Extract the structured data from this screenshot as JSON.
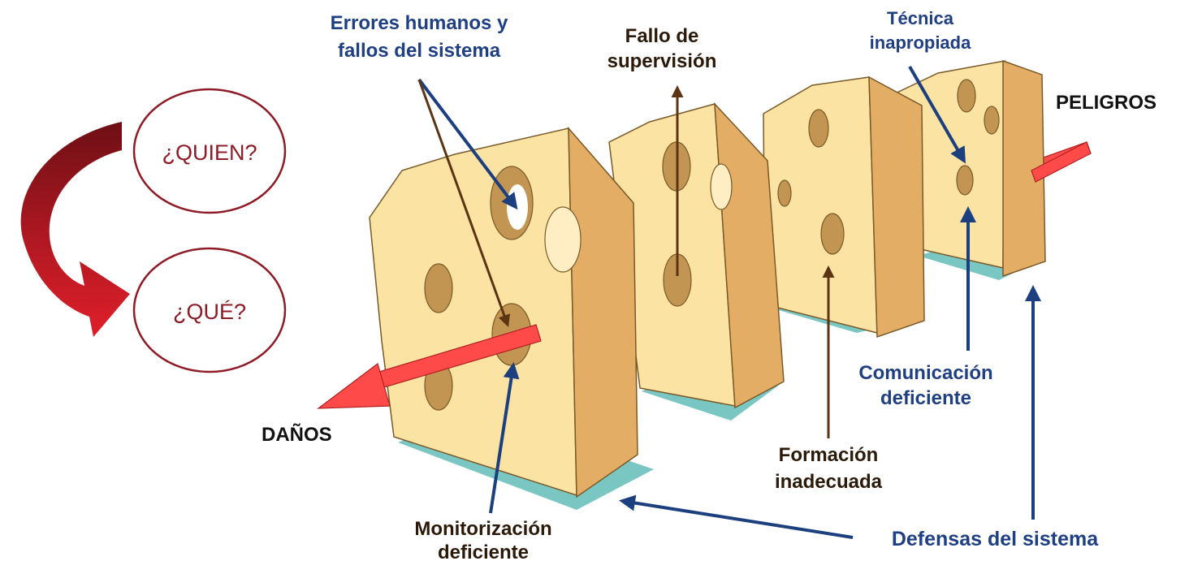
{
  "questions": {
    "who": "¿QUIEN?",
    "what": "¿QUÉ?"
  },
  "labels": {
    "errores_line1": "Errores humanos y",
    "errores_line2": "fallos del sistema",
    "fallo_line1": "Fallo de",
    "fallo_line2": "supervisión",
    "tecnica_line1": "Técnica",
    "tecnica_line2": "inapropiada",
    "peligros": "PELIGROS",
    "danos": "DAÑOS",
    "monitorizacion_line1": "Monitorización",
    "monitorizacion_line2": "deficiente",
    "formacion_line1": "Formación",
    "formacion_line2": "inadecuada",
    "comunicacion_line1": "Comunicación",
    "comunicacion_line2": "deficiente",
    "defensas": "Defensas del sistema"
  },
  "colors": {
    "cheese_front": "#fbe3a4",
    "cheese_side": "#e3ad66",
    "cheese_hole": "#c39552",
    "hazard_arrow": "#ff4a4a",
    "base_shadow": "#79c6c2",
    "label_blue": "#1f3f83",
    "arrow_blue": "#1b3f7f",
    "arrow_brown": "#5b3413",
    "question_red": "#8e1b26"
  }
}
